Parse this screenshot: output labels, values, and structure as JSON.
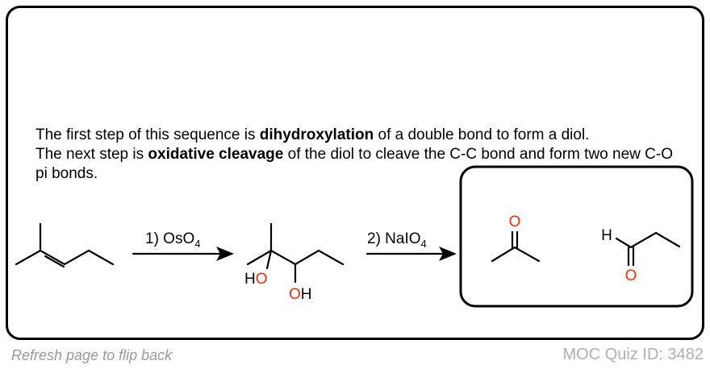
{
  "explanation": {
    "p1_a": "The first step of this sequence is ",
    "p1_bold": "dihydroxylation",
    "p1_b": " of a double bond to form a diol.",
    "p2_a": "The next step is ",
    "p2_bold": "oxidative cleavage",
    "p2_b": " of the diol to cleave the C-C bond and form two new C-O pi bonds."
  },
  "reaction": {
    "step1_label": "1) OsO",
    "step1_sub": "4",
    "step2_label": "2) NaIO",
    "step2_sub": "4",
    "diol_ho": "HO",
    "diol_oh": "OH",
    "product_o1": "O",
    "product_o2": "O",
    "product_h": "H"
  },
  "colors": {
    "oxygen": "#ff2a00"
  },
  "footer": {
    "flip_hint": "Refresh page to flip back",
    "quiz_id": "MOC Quiz ID: 3482"
  }
}
